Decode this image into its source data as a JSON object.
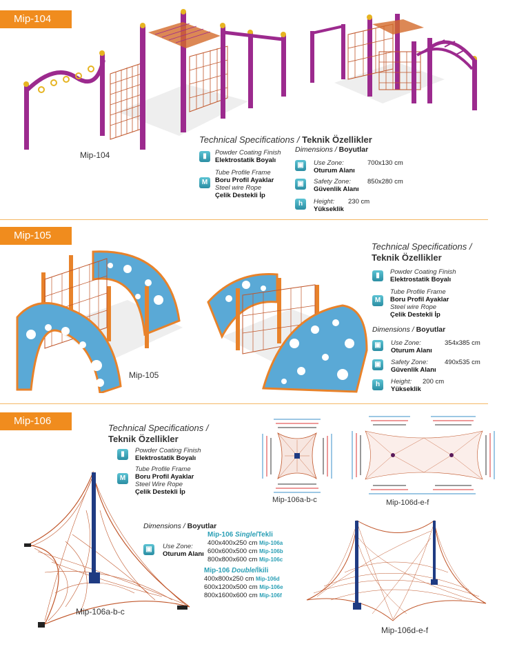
{
  "sections": {
    "s104": {
      "tab": "Mip-104",
      "caption": "Mip-104",
      "ts_it": "Technical Specifications /",
      "ts_bd": "Teknik Özellikler",
      "powder_it": "Powder Coating Finish",
      "powder_bd": "Elektrostatik Boyalı",
      "tube_it": "Tube Profile Frame",
      "tube_bd": "Boru Profil Ayaklar",
      "rope_it": "Steel wire Rope",
      "rope_bd": "Çelik Destekli İp",
      "dims_it": "Dimensions /",
      "dims_bd": "Boyutlar",
      "use_it": "Use Zone:",
      "use_bd": "Oturum Alanı",
      "use_val": "700x130 cm",
      "safety_it": "Safety Zone:",
      "safety_bd": "Güvenlik Alanı",
      "safety_val": "850x280 cm",
      "height_it": "Height:",
      "height_bd": "Yükseklik",
      "height_val": "230 cm"
    },
    "s105": {
      "tab": "Mip-105",
      "caption": "Mip-105",
      "ts_it": "Technical Specifications /",
      "ts_bd": "Teknik Özellikler",
      "powder_it": "Powder Coating Finish",
      "powder_bd": "Elektrostatik Boyalı",
      "tube_it": "Tube Profile Frame",
      "tube_bd": "Boru Profil Ayaklar",
      "rope_it": "Steel wire Rope",
      "rope_bd": "Çelik Destekli İp",
      "dims_it": "Dimensions /",
      "dims_bd": "Boyutlar",
      "use_it": "Use Zone:",
      "use_bd": "Oturum Alanı",
      "use_val": "354x385 cm",
      "safety_it": "Safety Zone:",
      "safety_bd": "Güvenlik Alanı",
      "safety_val": "490x535 cm",
      "height_it": "Height:",
      "height_bd": "Yükseklik",
      "height_val": "200 cm"
    },
    "s106": {
      "tab": "Mip-106",
      "caption_main": "Mip-106a-b-c",
      "caption_plan_a": "Mip-106a-b-c",
      "caption_plan_d": "Mip-106d-e-f",
      "caption_double": "Mip-106d-e-f",
      "ts_it": "Technical Specifications /",
      "ts_bd": "Teknik Özellikler",
      "powder_it": "Powder Coating Finish",
      "powder_bd": "Elektrostatik Boyalı",
      "tube_it": "Tube Profile Frame",
      "tube_bd": "Boru Profil Ayaklar",
      "rope_it": "Steel Wire Rope",
      "rope_bd": "Çelik Destekli İp",
      "dims_it": "Dimensions /",
      "dims_bd": "Boyutlar",
      "use_it": "Use Zone:",
      "use_bd": "Oturum Alanı",
      "single_a": "Mip-106",
      "single_b": "Single",
      "single_c": "/Tekli",
      "single_rows": [
        {
          "size": "400x400x250 cm",
          "code": "Mip-106a"
        },
        {
          "size": "600x600x500 cm",
          "code": "Mip-106b"
        },
        {
          "size": "800x800x600 cm",
          "code": "Mip-106c"
        }
      ],
      "double_a": "Mip-106",
      "double_b": "Double",
      "double_c": "/İkili",
      "double_rows": [
        {
          "size": "400x800x250 cm",
          "code": "Mip-106d"
        },
        {
          "size": "600x1200x500 cm",
          "code": "Mip-106e"
        },
        {
          "size": "800x1600x600 cm",
          "code": "Mip-106f"
        }
      ]
    }
  },
  "colors": {
    "tab": "#f08c1e",
    "teal": "#2a9fb5",
    "purple": "#9c2a8e",
    "orange": "#e8822a",
    "blue_panel": "#5aa9d6",
    "net": "#c0562a"
  }
}
